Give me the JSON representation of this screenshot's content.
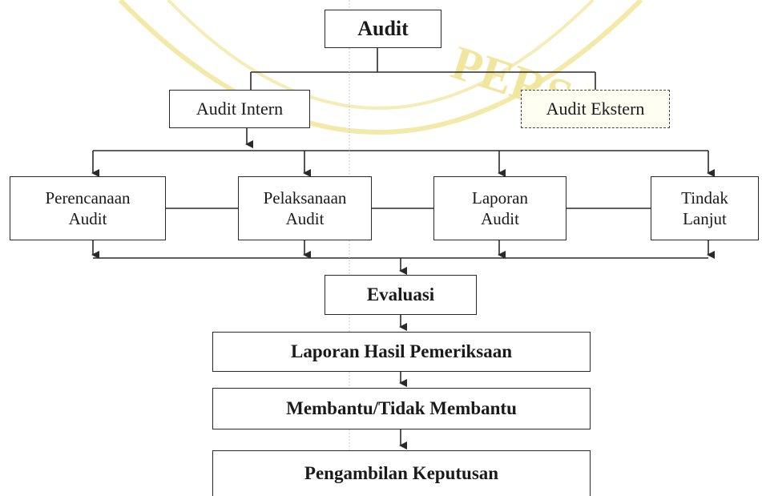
{
  "diagram": {
    "nodes": {
      "audit": "Audit",
      "audit_intern": "Audit Intern",
      "audit_ekstern": "Audit Ekstern",
      "perencanaan_1": "Perencanaan",
      "perencanaan_2": "Audit",
      "pelaksanaan_1": "Pelaksanaan",
      "pelaksanaan_2": "Audit",
      "laporan_1": "Laporan",
      "laporan_2": "Audit",
      "tindak_1": "Tindak",
      "tindak_2": "Lanjut",
      "evaluasi": "Evaluasi",
      "laporan_hasil": "Laporan Hasil Pemeriksaan",
      "membantu": "Membantu/Tidak Membantu",
      "pengambilan": "Pengambilan Keputusan"
    }
  },
  "colors": {
    "line": "#2a2a2a",
    "watermark": "#f3e9a8"
  }
}
